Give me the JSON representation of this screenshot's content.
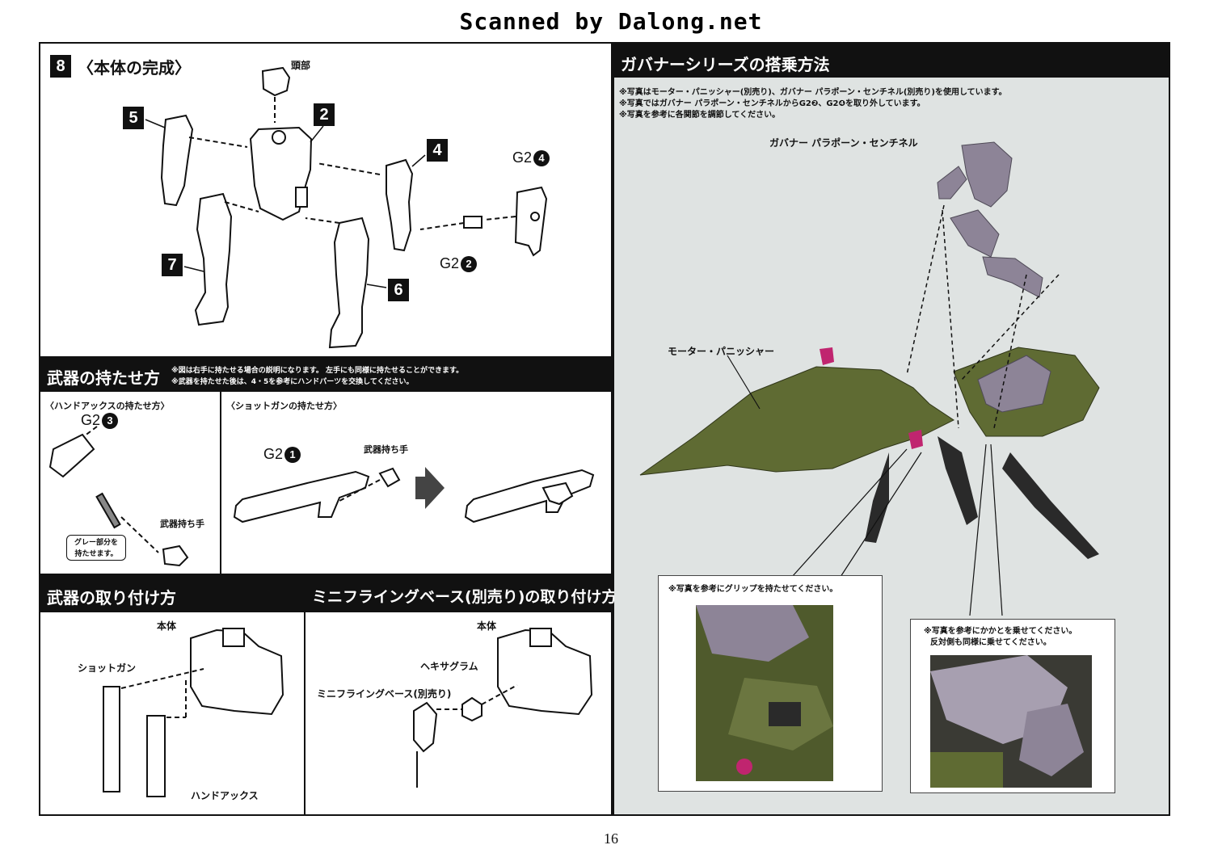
{
  "watermark": "Scanned by Dalong.net",
  "page_number": "16",
  "section8": {
    "step_number": "8",
    "title": "〈本体の完成〉",
    "head_label": "頭部",
    "part_numbers": [
      "5",
      "2",
      "4",
      "7",
      "6"
    ],
    "g2_top": "G2",
    "g2_top_num": "4",
    "g2_bottom": "G2",
    "g2_bottom_num": "2"
  },
  "weapon_hold": {
    "title": "武器の持たせ方",
    "note1": "※図は右手に持たせる場合の説明になります。 左手にも同様に持たせることができます。",
    "note2": "※武器を持たせた後は、4・5を参考にハンドパーツを交換してください。",
    "axe_subtitle": "〈ハンドアックスの持たせ方〉",
    "axe_g2": "G2",
    "axe_g2_num": "3",
    "axe_hand_label": "武器持ち手",
    "axe_grip_note_1": "グレー部分を",
    "axe_grip_note_2": "持たせます。",
    "shotgun_subtitle": "〈ショットガンの持たせ方〉",
    "shotgun_g2": "G2",
    "shotgun_g2_num": "1",
    "shotgun_hand_label": "武器持ち手"
  },
  "weapon_attach": {
    "title": "武器の取り付け方",
    "body_label": "本体",
    "shotgun_label": "ショットガン",
    "axe_label": "ハンドアックス"
  },
  "base_attach": {
    "title": "ミニフライングベース(別売り)の取り付け方",
    "body_label": "本体",
    "hexagram_label": "ヘキサグラム",
    "base_label": "ミニフライングベース(別売り)"
  },
  "riding": {
    "title": "ガバナーシリーズの搭乗方法",
    "note1": "※写真はモーター・パニッシャー(別売り)、ガバナー パラポーン・センチネル(別売り)を使用しています。",
    "note2": "※写真ではガバナー パラポーン・センチネルからG2❷、G2❹を取り外しています。",
    "note3": "※写真を参考に各関節を調節してください。",
    "figure_label": "ガバナー パラポーン・センチネル",
    "bike_label": "モーター・パニッシャー",
    "grip_note": "※写真を参考にグリップを持たせてください。",
    "heel_note1": "※写真を参考にかかとを乗せてください。",
    "heel_note2": "反対側も同様に乗せてください。"
  },
  "colors": {
    "ink": "#111111",
    "panel_bg": "#dfe3e2",
    "bike_green": "#5f6b33",
    "figure_lavender": "#8d8497",
    "accent_magenta": "#c0256f"
  }
}
